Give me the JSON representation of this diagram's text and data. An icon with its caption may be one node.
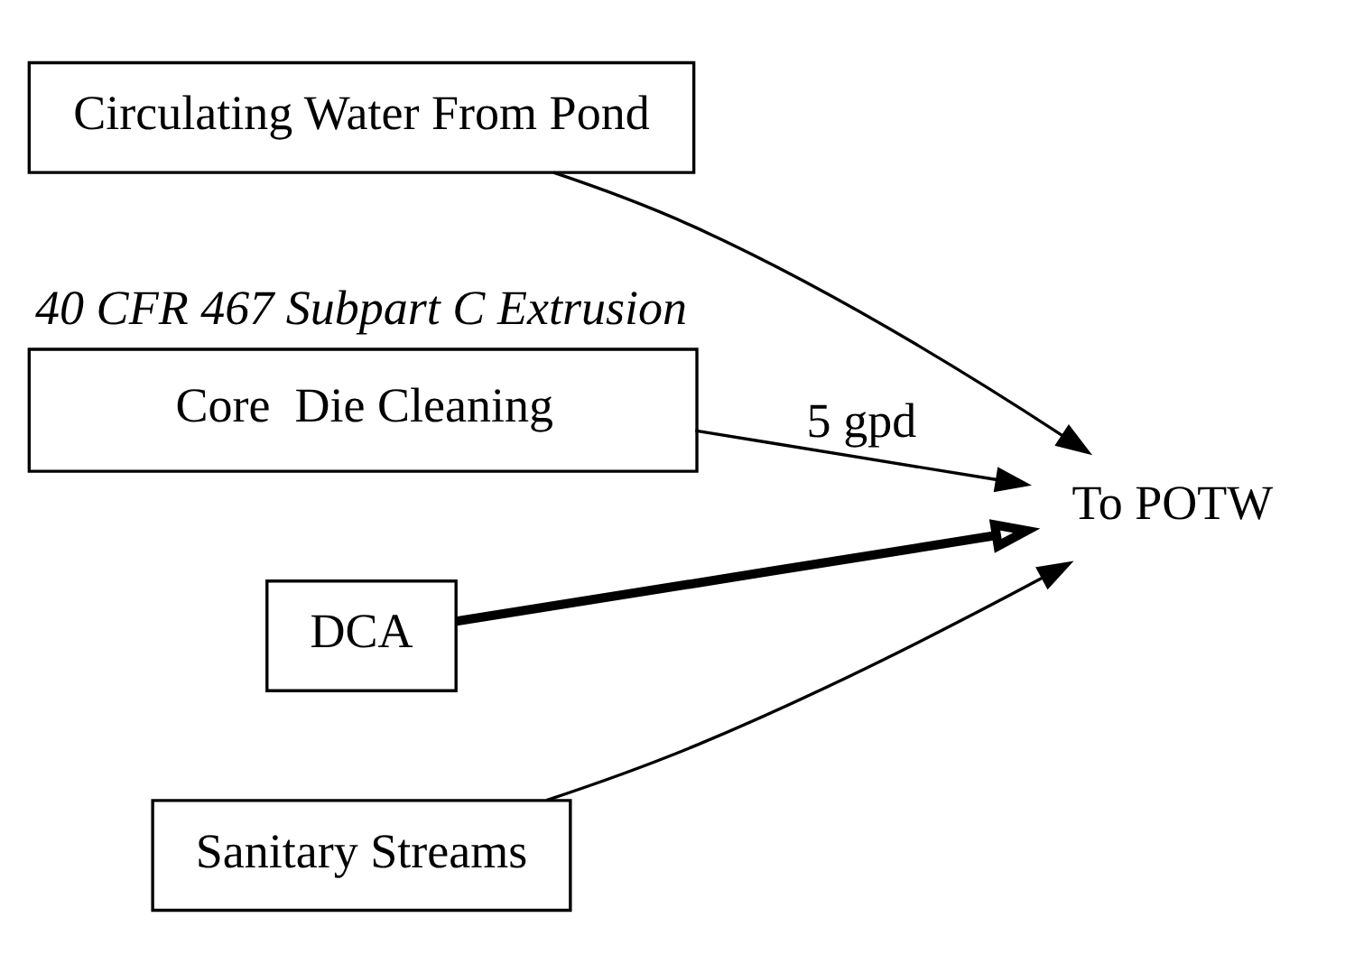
{
  "diagram": {
    "nodes": [
      {
        "text": [
          "Circulating Water From Pond"
        ]
      },
      {
        "text": [
          "Core  Die Cleaning"
        ],
        "beside": [
          "40 CFR 467 Subpart C Extrusion"
        ]
      },
      {
        "text": [
          "DCA"
        ]
      },
      {
        "text": [
          "Sanitary Streams"
        ]
      },
      {
        "text": [
          "To POTW"
        ]
      }
    ],
    "edges": [
      {
        "from": 0,
        "to": 4,
        "arrow": "to"
      },
      {
        "from": 1,
        "to": 4,
        "arrow": "to",
        "label": "5 gpd"
      },
      {
        "from": 2,
        "to": 4,
        "arrow": "to",
        "style": "thick"
      },
      {
        "from": 3,
        "to": 4,
        "arrow": "to"
      }
    ]
  }
}
